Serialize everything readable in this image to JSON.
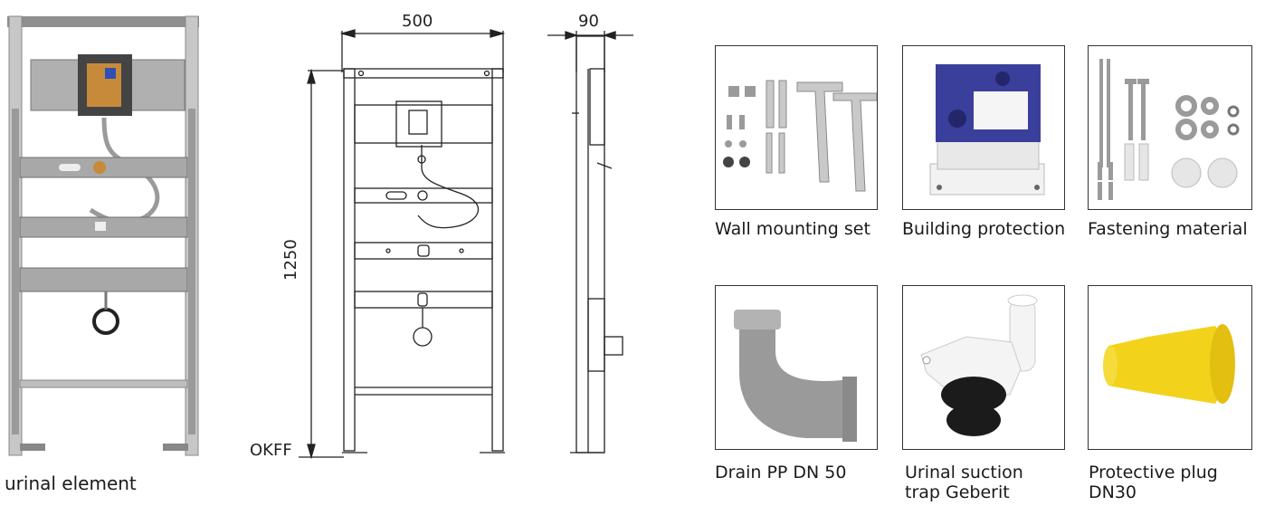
{
  "product": {
    "caption": "urinal element"
  },
  "drawing": {
    "dim_width": "500",
    "dim_depth": "90",
    "dim_height": "1250",
    "floor_label": "OKFF"
  },
  "accessories": [
    {
      "label": "Wall mounting set"
    },
    {
      "label": "Building protection"
    },
    {
      "label": "Fastening material"
    },
    {
      "label": "Drain PP DN 50"
    },
    {
      "label_line1": "Urinal suction",
      "label_line2": "trap Geberit"
    },
    {
      "label_line1": "Protective plug",
      "label_line2": "DN30"
    }
  ],
  "colors": {
    "frame_gray": "#b9b9b9",
    "box_blue": "#3a3f9b",
    "plug_yellow": "#f2d21b",
    "pipe_gray": "#9a9a9a"
  }
}
